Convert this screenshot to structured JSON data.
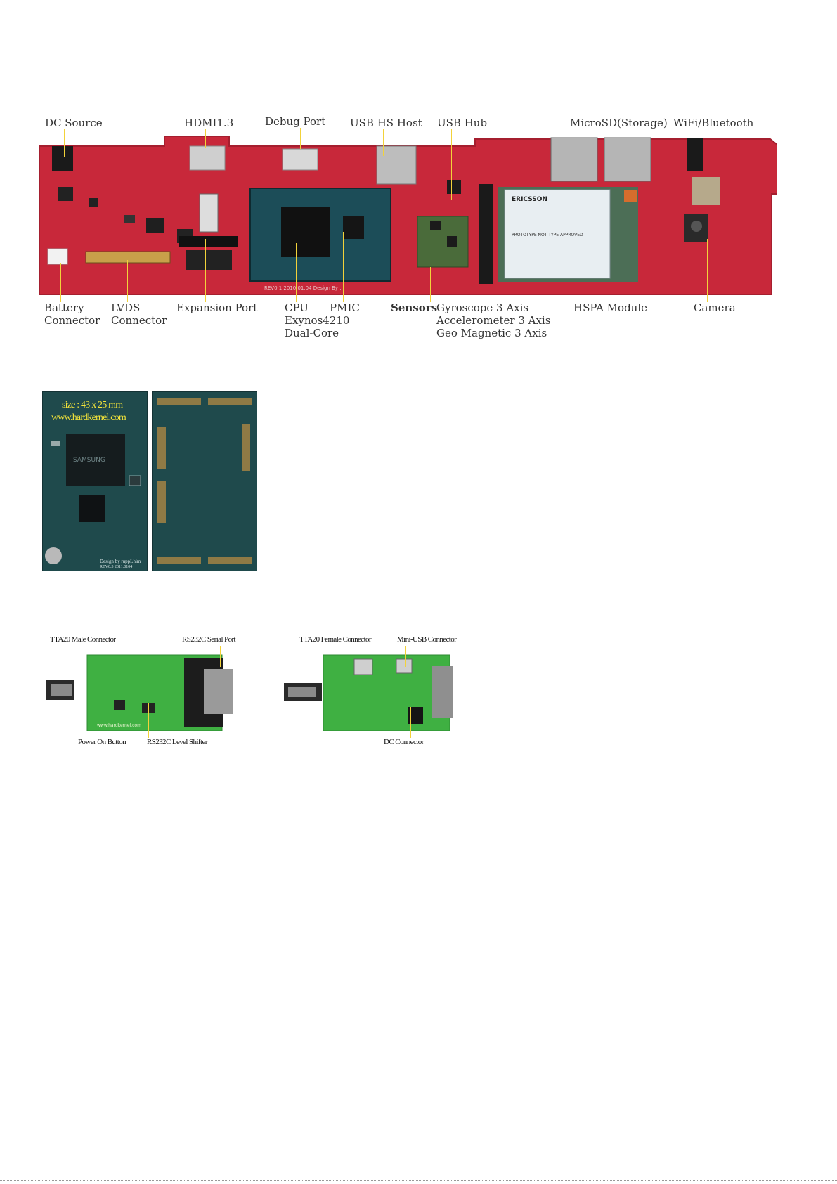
{
  "main_board": {
    "top_labels": {
      "dc_source": "DC Source",
      "hdmi": "HDMI1.3",
      "debug_port": "Debug Port",
      "usb_hs_host": "USB HS Host",
      "usb_hub": "USB Hub",
      "microsd": "MicroSD(Storage)",
      "wifi_bt": "WiFi/Bluetooth"
    },
    "bottom_labels": {
      "battery_1": "Battery",
      "battery_2": "Connector",
      "lvds_1": "LVDS",
      "lvds_2": "Connector",
      "expansion": "Expansion Port",
      "cpu_1": "CPU",
      "cpu_2": "Exynos4210",
      "cpu_3": "Dual-Core",
      "pmic": "PMIC",
      "sensors": "Sensors",
      "sensor_1": "Gyroscope 3 Axis",
      "sensor_2": "Accelerometer 3 Axis",
      "sensor_3": "Geo Magnetic 3 Axis",
      "hspa": "HSPA Module",
      "camera": "Camera"
    },
    "silkscreen": "REV0.1  2010.01.04   Design By ...",
    "hspa_card": {
      "brand": "ERICSSON",
      "line1": "PROTOTYPE NOT TYPE APPROVED"
    }
  },
  "module": {
    "size_text": "size : 43 x 25 mm",
    "url_text": "www.hardkernel.com",
    "chip_text": "SAMSUNG",
    "design_text": "Design by ruppLhim",
    "rev_text": "REV0.3     2011.0104"
  },
  "adapter": {
    "left_labels": {
      "tta20_male": "TTA20 Male Connector",
      "rs232_port": "RS232C Serial Port",
      "power_button": "Power On Button",
      "level_shifter": "RS232C Level Shifter"
    },
    "right_labels": {
      "tta20_female": "TTA20 Female Connector",
      "mini_usb": "Mini-USB Connector",
      "dc_connector": "DC Connector"
    },
    "url_text": "www.hardkernel.com"
  },
  "colors": {
    "main_pcb": "#c8283a",
    "module_pcb": "#1f4a4c",
    "adapter_pcb": "#3fb042",
    "leader": "#f2d23a"
  }
}
